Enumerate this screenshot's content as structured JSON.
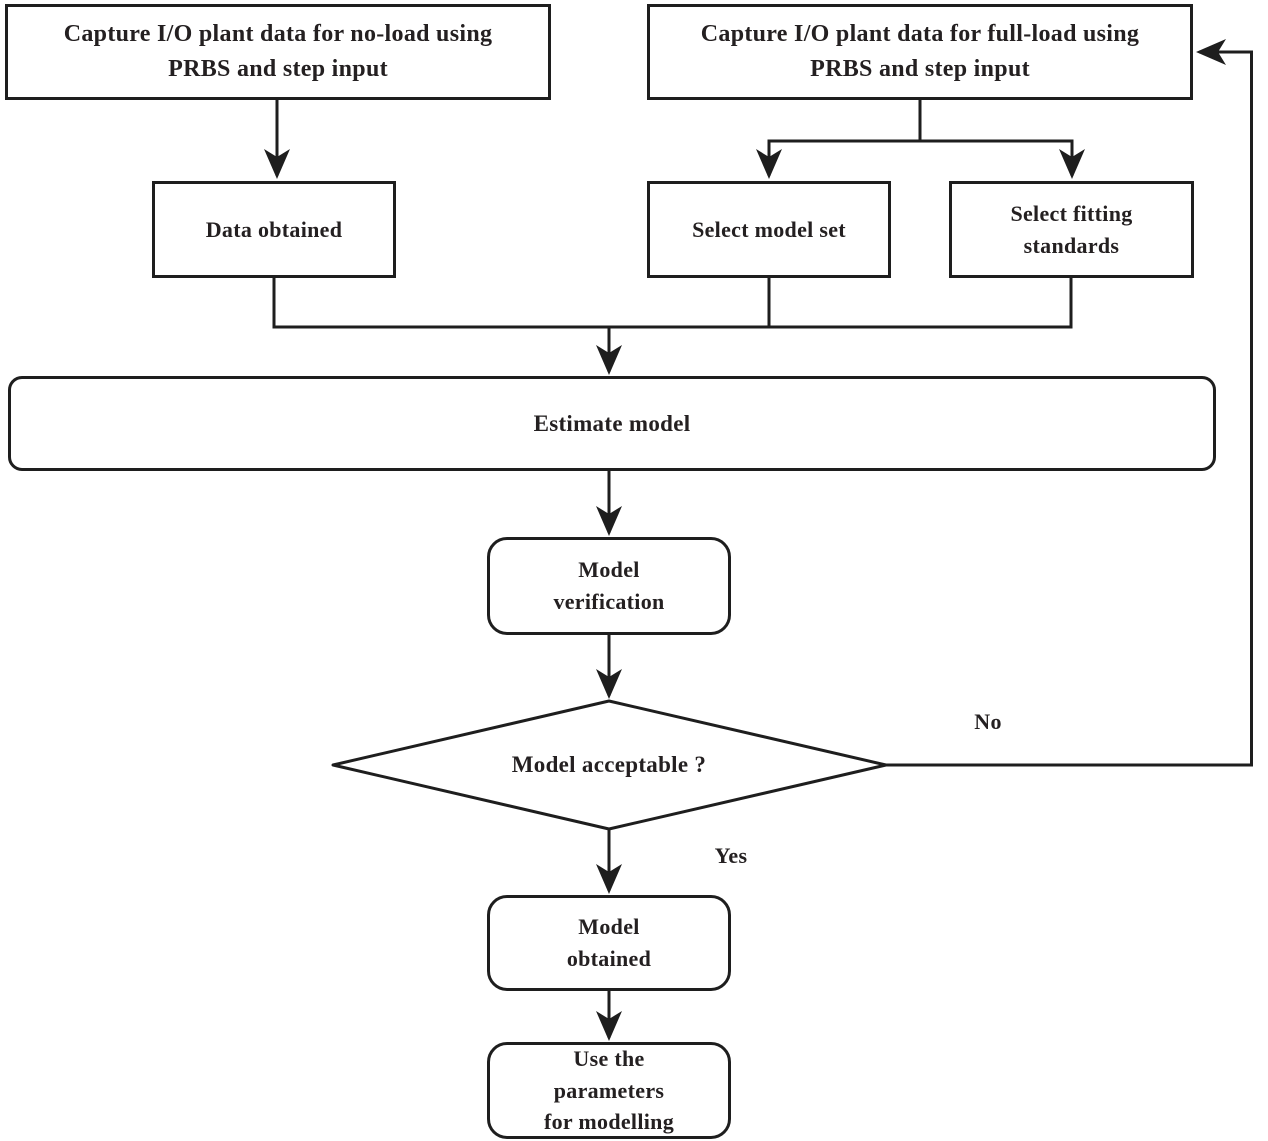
{
  "diagram": {
    "title": "System identification flowchart",
    "background_color": "#ffffff",
    "line_color": "#1e1e1e",
    "text_color": "#242021",
    "nodes": {
      "capture_no_load": {
        "label": "Capture I/O plant data for no-load using\nPRBS and step input",
        "shape": "rect"
      },
      "capture_full_load": {
        "label": "Capture I/O plant data for full-load using\nPRBS and step input",
        "shape": "rect"
      },
      "data_obtained": {
        "label": "Data obtained",
        "shape": "rect"
      },
      "select_model_set": {
        "label": "Select model set",
        "shape": "rect"
      },
      "select_fitting": {
        "label": "Select fitting\nstandards",
        "shape": "rect"
      },
      "estimate_model": {
        "label": "Estimate model",
        "shape": "rounded-rect"
      },
      "model_verification": {
        "label": "Model\nverification",
        "shape": "rounded-rect"
      },
      "model_acceptable": {
        "label": "Model acceptable ?",
        "shape": "diamond"
      },
      "model_obtained": {
        "label": "Model\nobtained",
        "shape": "rounded-rect"
      },
      "use_parameters": {
        "label": "Use the\nparameters\nfor modelling",
        "shape": "rounded-rect"
      }
    },
    "edge_labels": {
      "no": "No",
      "yes": "Yes"
    }
  }
}
